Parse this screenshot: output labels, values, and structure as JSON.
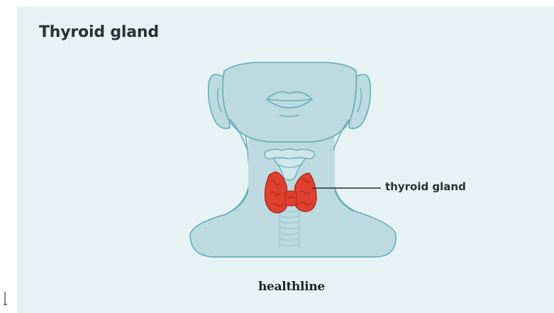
{
  "title": "Thyroid gland",
  "callout": {
    "label": "thyroid gland"
  },
  "brand": {
    "name": "healthline"
  },
  "colors": {
    "background": "#e6f2f4",
    "skin": "#bcdadf",
    "outline": "#5eaab7",
    "thyroid": "#e0402f",
    "thyroid_outline": "#b32a20",
    "text": "#263238"
  }
}
